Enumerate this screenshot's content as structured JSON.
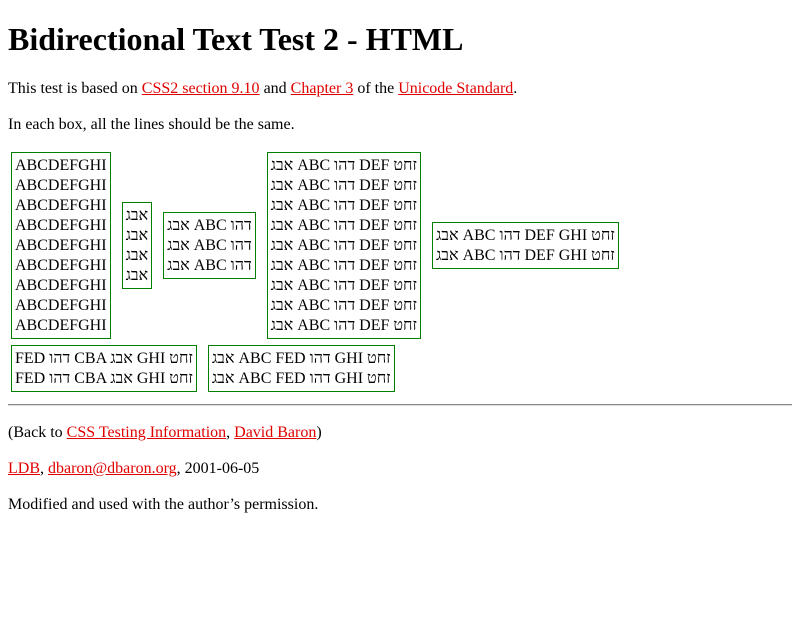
{
  "title": "Bidirectional Text Test 2 - HTML",
  "intro": {
    "prefix": "This test is based on ",
    "link1": "CSS2 section 9.10",
    "mid1": " and ",
    "link2": "Chapter 3",
    "mid2": " of the ",
    "link3": "Unicode Standard",
    "suffix": "."
  },
  "instruction": "In each box, all the lines should be the same.",
  "boxes": [
    [
      "ABCDEFGHI",
      "ABCDEFGHI",
      "ABCDEFGHI",
      "ABCDEFGHI",
      "ABCDEFGHI",
      "ABCDEFGHI",
      "ABCDEFGHI",
      "ABCDEFGHI",
      "ABCDEFGHI"
    ],
    [
      "אבג",
      "אבג",
      "אבג",
      "אבג"
    ],
    [
      "אבג ABC דהו",
      "אבג ABC דהו",
      "אבג ABC דהו"
    ],
    [
      "אבג ABC דהו DEF זחט",
      "אבג ABC דהו DEF זחט",
      "אבג ABC דהו DEF זחט",
      "אבג ABC דהו DEF זחט",
      "אבג ABC דהו DEF זחט",
      "אבג ABC דהו DEF זחט",
      "אבג ABC דהו DEF זחט",
      "אבג ABC דהו DEF זחט",
      "אבג ABC דהו DEF זחט"
    ],
    [
      "אבג ABC דהו DEF GHI זחט",
      "אבג ABC דהו DEF GHI זחט"
    ],
    [
      "FED דהו CBA אבג GHI זחט",
      "FED דהו CBA אבג GHI זחט"
    ],
    [
      "אבג ABC FED דהו GHI זחט",
      "אבג ABC FED דהו GHI זחט"
    ]
  ],
  "back": {
    "open": "(Back to ",
    "link1": "CSS Testing Information",
    "sep": ", ",
    "link2": "David Baron",
    "close": ")"
  },
  "credit": {
    "link1": "LDB",
    "sep": ", ",
    "link2": "dbaron@dbaron.org",
    "date": ", 2001-06-05"
  },
  "permission": "Modified and used with the author’s permission."
}
